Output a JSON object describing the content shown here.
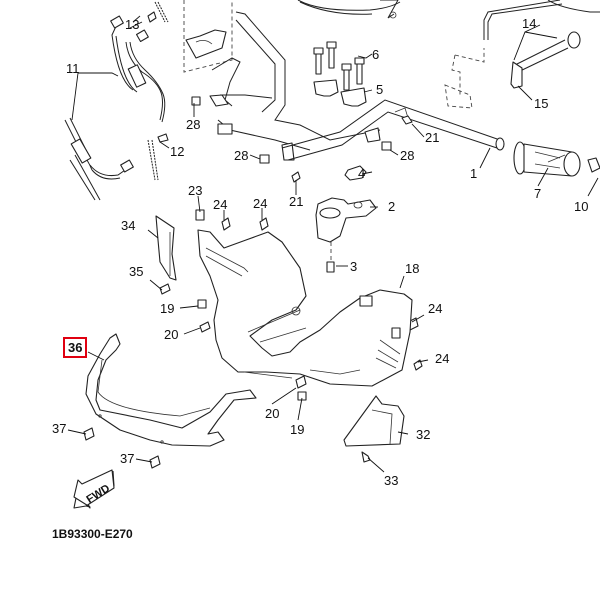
{
  "diagram": {
    "code": "1B93300-E270",
    "highlighted_part": "36",
    "highlight_color": "#e00010",
    "direction_arrow": "FWD",
    "labels": [
      {
        "id": "1",
        "text": "1"
      },
      {
        "id": "2",
        "text": "2"
      },
      {
        "id": "3",
        "text": "3"
      },
      {
        "id": "4",
        "text": "4"
      },
      {
        "id": "5",
        "text": "5"
      },
      {
        "id": "6",
        "text": "6"
      },
      {
        "id": "7",
        "text": "7"
      },
      {
        "id": "10",
        "text": "10"
      },
      {
        "id": "11",
        "text": "11"
      },
      {
        "id": "12",
        "text": "12"
      },
      {
        "id": "13",
        "text": "13"
      },
      {
        "id": "14",
        "text": "14"
      },
      {
        "id": "15",
        "text": "15"
      },
      {
        "id": "18",
        "text": "18"
      },
      {
        "id": "19a",
        "text": "19"
      },
      {
        "id": "19b",
        "text": "19"
      },
      {
        "id": "20a",
        "text": "20"
      },
      {
        "id": "20b",
        "text": "20"
      },
      {
        "id": "21a",
        "text": "21"
      },
      {
        "id": "21b",
        "text": "21"
      },
      {
        "id": "23",
        "text": "23"
      },
      {
        "id": "24a",
        "text": "24"
      },
      {
        "id": "24b",
        "text": "24"
      },
      {
        "id": "24c",
        "text": "24"
      },
      {
        "id": "24d",
        "text": "24"
      },
      {
        "id": "28a",
        "text": "28"
      },
      {
        "id": "28b",
        "text": "28"
      },
      {
        "id": "28c",
        "text": "28"
      },
      {
        "id": "32",
        "text": "32"
      },
      {
        "id": "33",
        "text": "33"
      },
      {
        "id": "34",
        "text": "34"
      },
      {
        "id": "35",
        "text": "35"
      },
      {
        "id": "36",
        "text": "36"
      },
      {
        "id": "37a",
        "text": "37"
      },
      {
        "id": "37b",
        "text": "37"
      }
    ]
  }
}
